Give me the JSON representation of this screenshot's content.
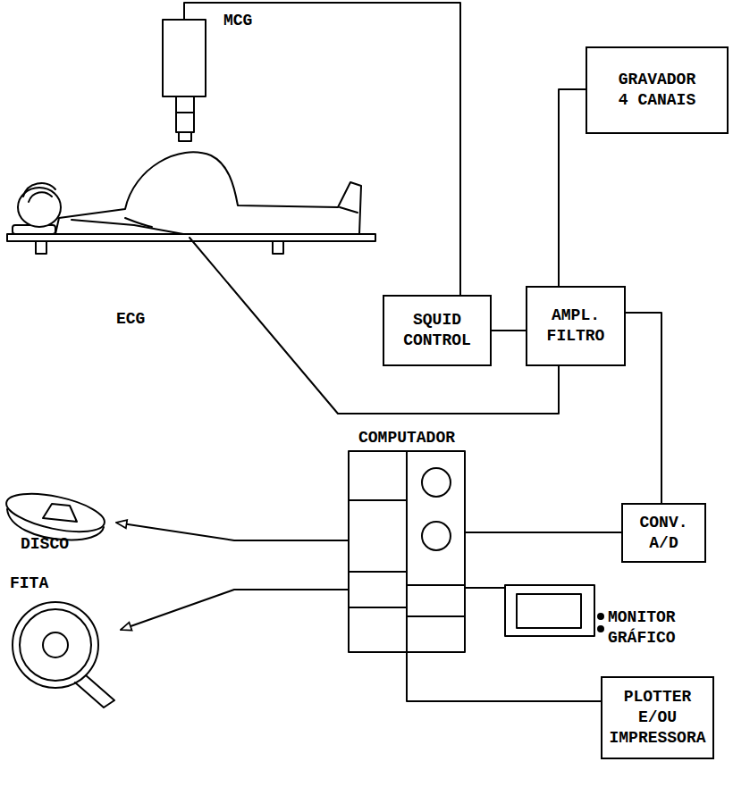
{
  "diagram": {
    "nodes": [
      {
        "text": [
          "MCG"
        ]
      },
      {
        "text": [
          "GRAVADOR 4 CANAIS"
        ]
      },
      {
        "text": [
          "SQUID CONTROL"
        ]
      },
      {
        "text": [
          "AMPL. FILTRO"
        ]
      },
      {
        "text": [
          "COMPUTADOR"
        ]
      },
      {
        "text": [
          "CONV. A/D"
        ]
      },
      {
        "text": [
          "DISCO"
        ]
      },
      {
        "text": [
          "FITA"
        ]
      },
      {
        "text": [
          "MONITOR GRÁFICO"
        ]
      },
      {
        "text": [
          "PLOTTER E/OU IMPRESSORA"
        ]
      }
    ],
    "edges": [
      {
        "from": 0,
        "to": 2,
        "arrow": "none"
      },
      {
        "from": 3,
        "to": 1,
        "arrow": "none"
      },
      {
        "from": 2,
        "to": 3,
        "arrow": "none"
      },
      {
        "from": 3,
        "to": 5,
        "arrow": "none"
      },
      {
        "from": 5,
        "to": 4,
        "arrow": "none"
      },
      {
        "from": 4,
        "to": 6,
        "arrow": "to"
      },
      {
        "from": 4,
        "to": 7,
        "arrow": "to"
      },
      {
        "from": 4,
        "to": 8,
        "arrow": "none"
      },
      {
        "from": 4,
        "to": 9,
        "arrow": "none"
      }
    ],
    "labels": [
      "ECG"
    ]
  }
}
